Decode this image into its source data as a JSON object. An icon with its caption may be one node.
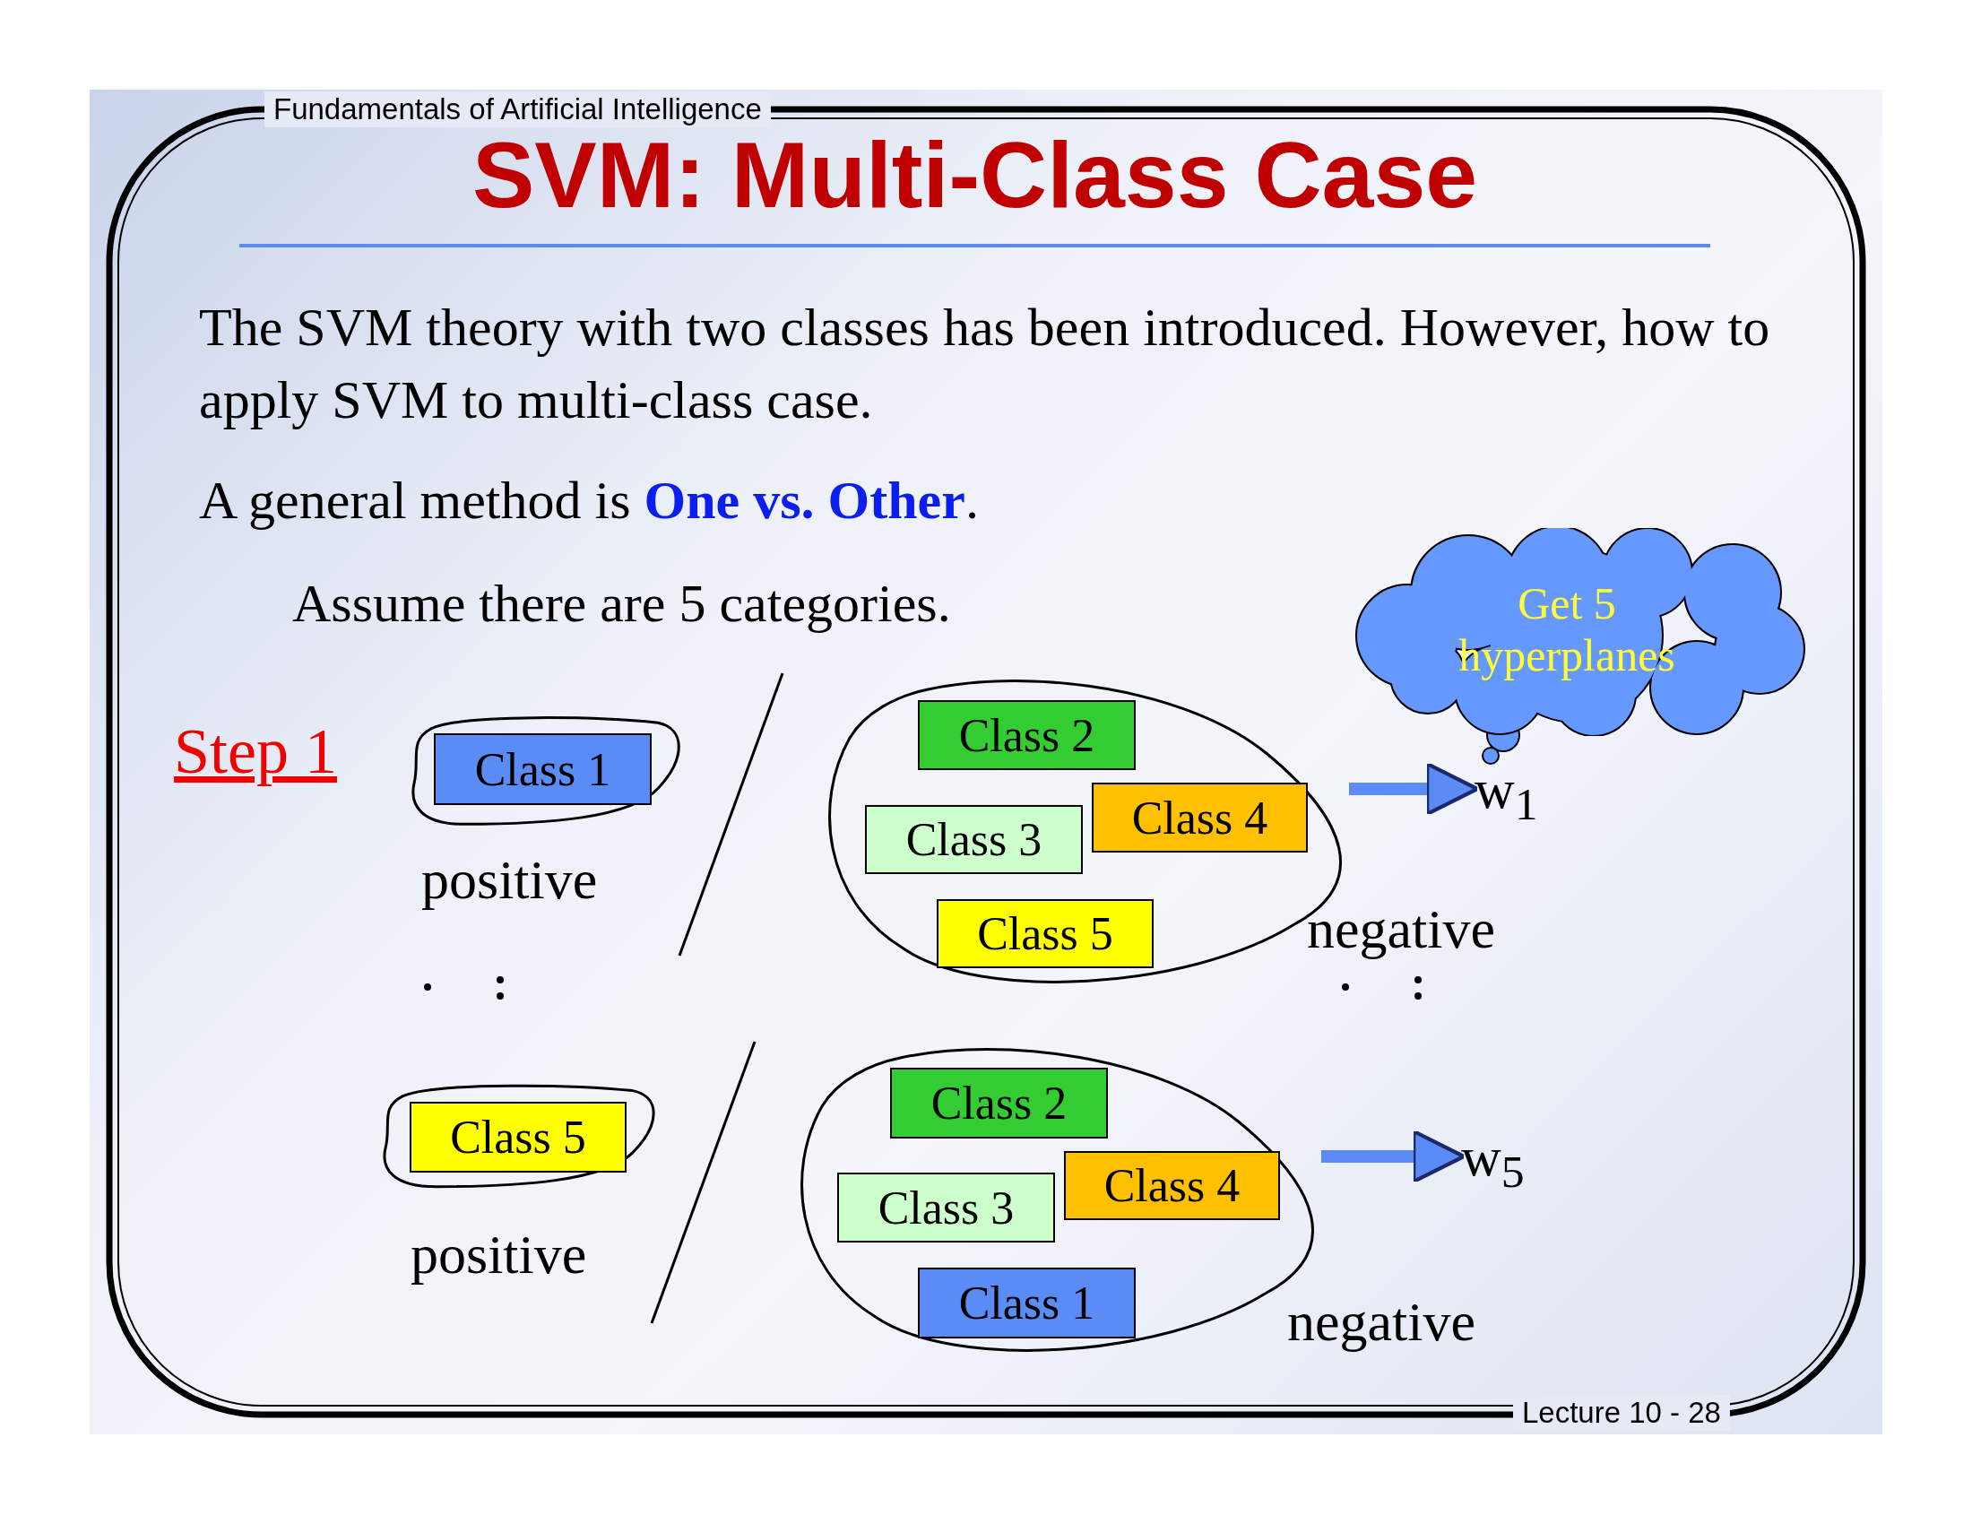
{
  "diagram": {
    "title": "SVM: Multi-Class Case",
    "nodes": [
      {
        "text": [
          "positive"
        ]
      },
      {
        "text": [
          "Class 1"
        ],
        "in": 0
      },
      {
        "text": [
          "negative"
        ]
      },
      {
        "text": [
          "Class 2"
        ],
        "in": 2
      },
      {
        "text": [
          "Class 3"
        ],
        "in": 2
      },
      {
        "text": [
          "Class 4"
        ],
        "in": 2
      },
      {
        "text": [
          "Class 5"
        ],
        "in": 2
      },
      {
        "text": [
          "w$_{1}$"
        ]
      },
      {
        "text": [
          "positive"
        ]
      },
      {
        "text": [
          "Class 5"
        ],
        "in": 8
      },
      {
        "text": [
          "negative"
        ]
      },
      {
        "text": [
          "Class 2"
        ],
        "in": 10
      },
      {
        "text": [
          "Class 3"
        ],
        "in": 10
      },
      {
        "text": [
          "Class 4"
        ],
        "in": 10
      },
      {
        "text": [
          "Class 1"
        ],
        "in": 10
      },
      {
        "text": [
          "w$_{5}$"
        ]
      },
      {
        "text": [
          "Get 5 hyperplanes"
        ]
      }
    ],
    "edges": [
      {
        "from": 2,
        "to": 7,
        "arrow": "to"
      },
      {
        "from": 10,
        "to": 15,
        "arrow": "to"
      }
    ],
    "labels": [
      "Fundamentals of Artificial Intelligence",
      "The SVM theory with two classes has been introduced. However, how to apply SVM to multi-class case.",
      "A general method is **One vs. Other**.",
      "Assume there are 5 categories.",
      "Step 1",
      "Lecture 10 - 28"
    ]
  }
}
